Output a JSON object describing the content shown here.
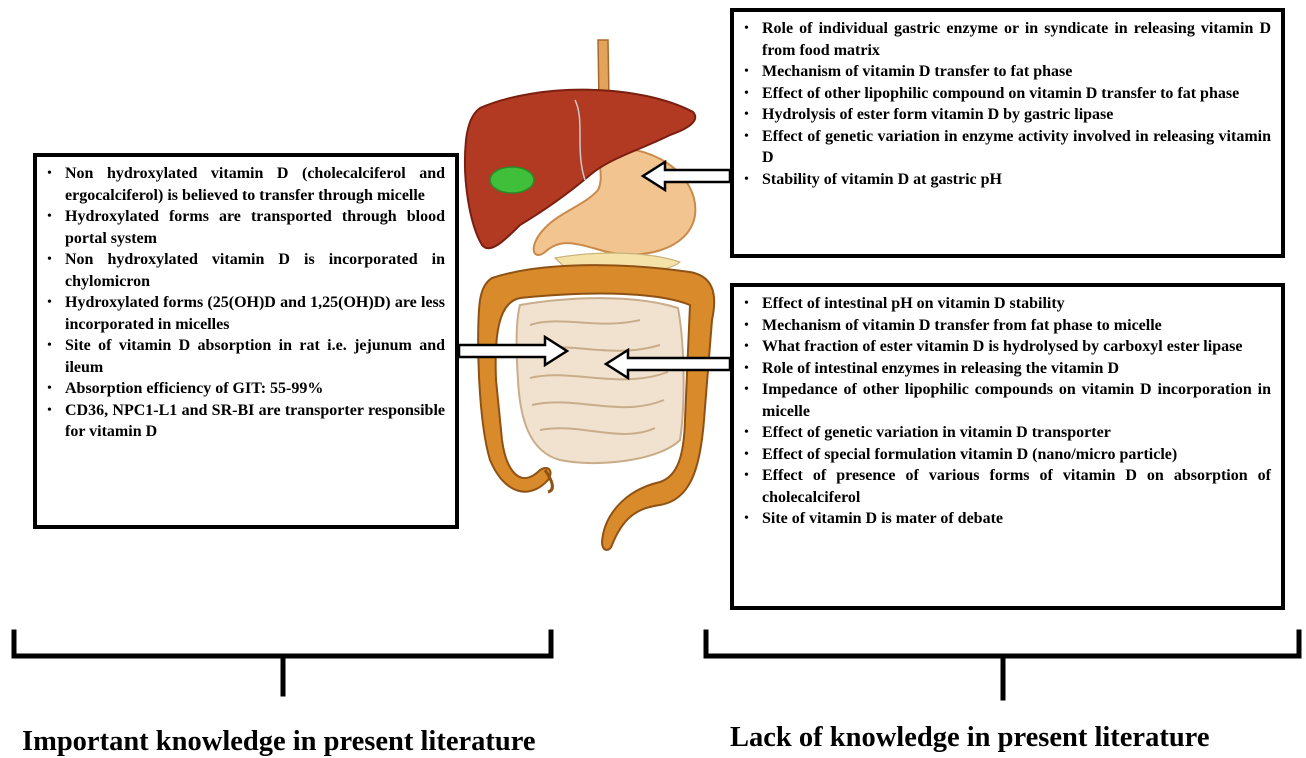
{
  "left_panel": {
    "items": [
      "Non hydroxylated vitamin D (cholecalciferol and ergocalciferol) is believed to transfer through micelle",
      "Hydroxylated forms are transported through blood portal system",
      "Non hydroxylated vitamin D is incorporated in chylomicron",
      "Hydroxylated forms (25(OH)D and 1,25(OH)D) are less incorporated in micelles",
      "Site of vitamin D absorption in rat i.e. jejunum and ileum",
      "Absorption efficiency of GIT: 55-99%",
      "CD36, NPC1-L1 and SR-BI are transporter responsible for vitamin D"
    ]
  },
  "top_right_panel": {
    "items": [
      "Role of individual gastric enzyme or in syndicate in releasing vitamin D from food matrix",
      "Mechanism of vitamin D transfer to fat phase",
      "Effect of other lipophilic compound on vitamin D transfer to fat phase",
      "Hydrolysis of ester form vitamin D by gastric lipase",
      "Effect of genetic variation in enzyme activity involved in releasing vitamin D",
      "Stability of vitamin D at gastric pH"
    ]
  },
  "bottom_right_panel": {
    "items": [
      "Effect of intestinal pH on vitamin D stability",
      "Mechanism of vitamin D transfer from fat phase to micelle",
      "What fraction of ester vitamin D is hydrolysed by carboxyl ester lipase",
      "Role of intestinal enzymes in releasing the vitamin D",
      "Impedance of other lipophilic compounds on vitamin D incorporation in micelle",
      "Effect of genetic variation in vitamin D transporter",
      "Effect of special formulation vitamin D (nano/micro particle)",
      "Effect of presence of various forms of vitamin D on absorption of cholecalciferol",
      "Site of vitamin D is mater of debate"
    ]
  },
  "captions": {
    "left": "Important knowledge in present literature",
    "right": "Lack of knowledge in present literature"
  },
  "colors": {
    "liver": "#b23a22",
    "gallbladder": "#3fbf3a",
    "stomach": "#f2c48f",
    "small_intestine": "#f1e2cf",
    "large_intestine": "#d98a2b",
    "esophagus": "#e3a35a"
  }
}
